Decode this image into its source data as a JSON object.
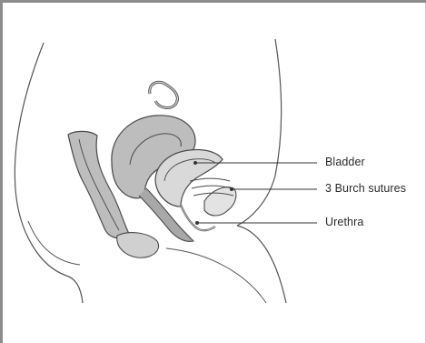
{
  "labels": {
    "bladder": "Bladder",
    "sutures": "3 Burch sutures",
    "urethra": "Urethra"
  },
  "colors": {
    "outline": "#4a4a4a",
    "organ_fill_light": "#d9d9d9",
    "organ_fill_mid": "#bdbdbd",
    "organ_fill_dark": "#a8a8a8",
    "background": "#ffffff",
    "frame": "#8c8c8c"
  }
}
